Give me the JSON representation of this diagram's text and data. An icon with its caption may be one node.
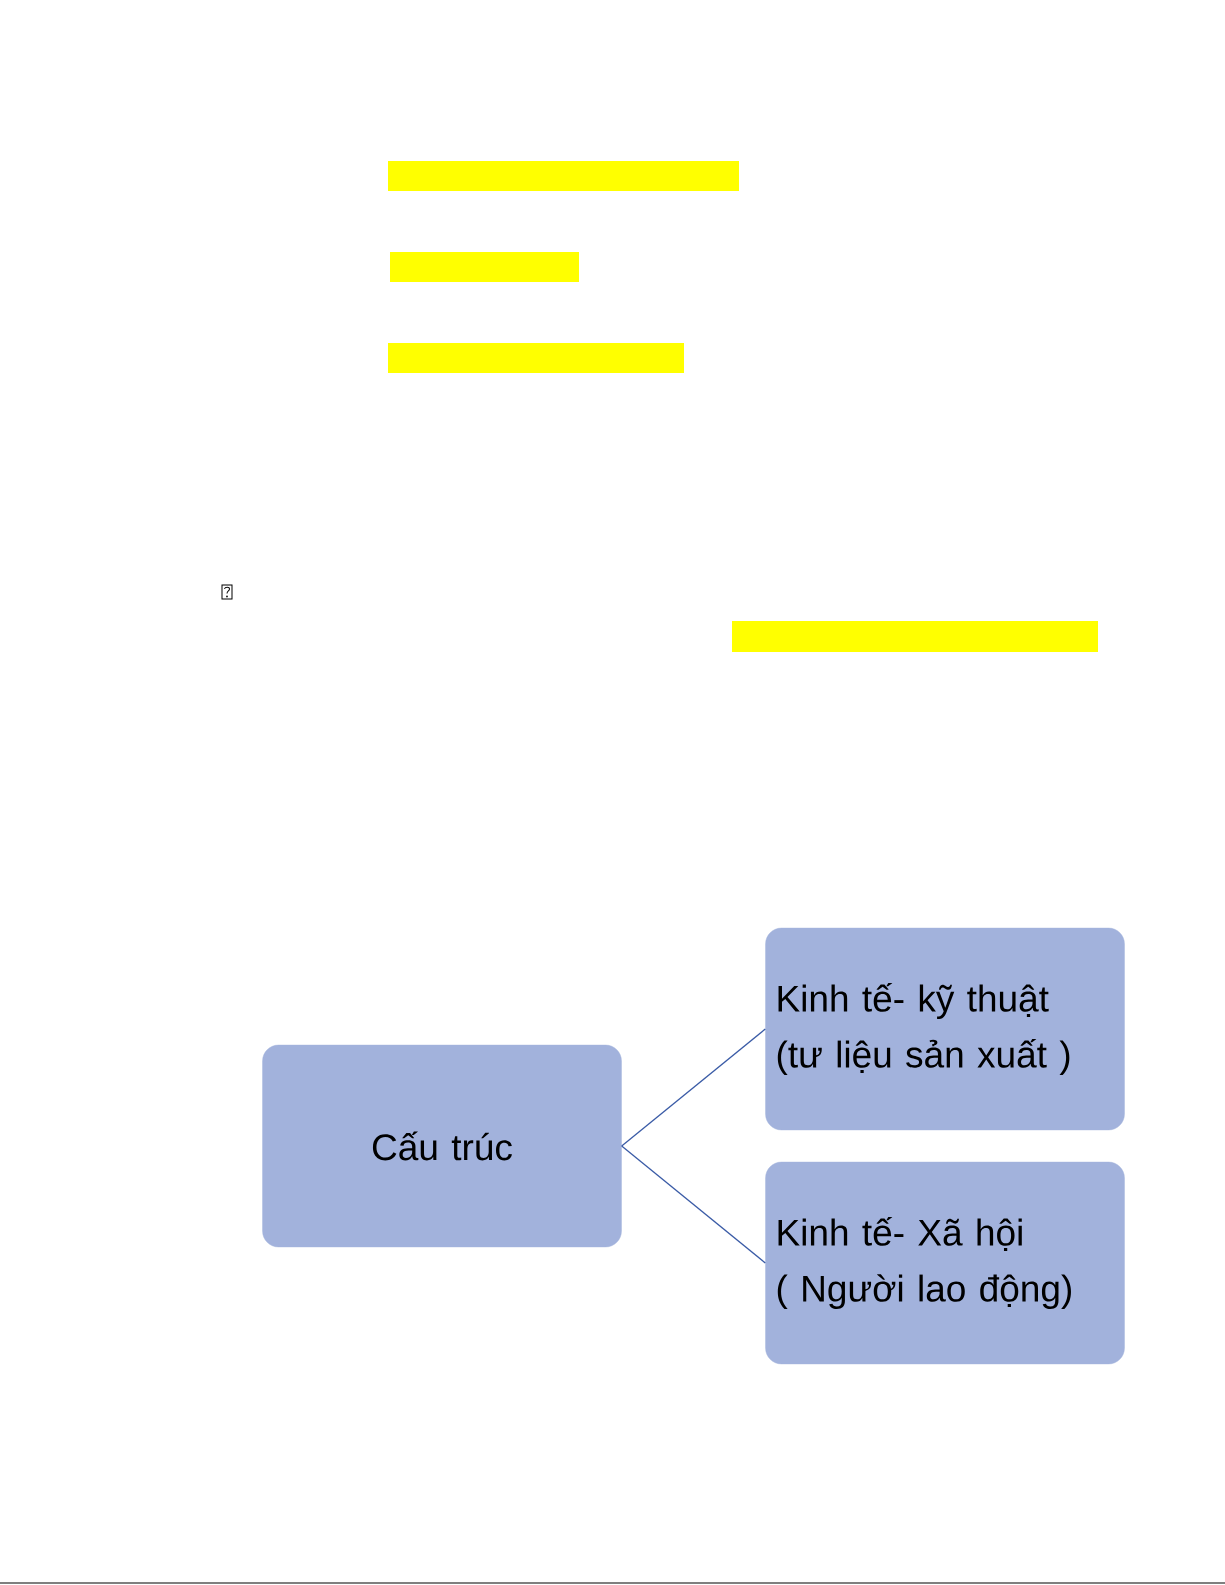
{
  "diagram": {
    "nodes": [
      {
        "text": [
          "Cấu trúc"
        ]
      },
      {
        "text": [
          "Kinh tế- kỹ thuật",
          "(tư liệu sản xuất )"
        ]
      },
      {
        "text": [
          "Kinh tế- Xã hội",
          "( Người lao động)"
        ]
      }
    ],
    "edges": [
      {
        "from": 0,
        "to": 1,
        "arrow": "none"
      },
      {
        "from": 0,
        "to": 2,
        "arrow": "none"
      }
    ]
  }
}
